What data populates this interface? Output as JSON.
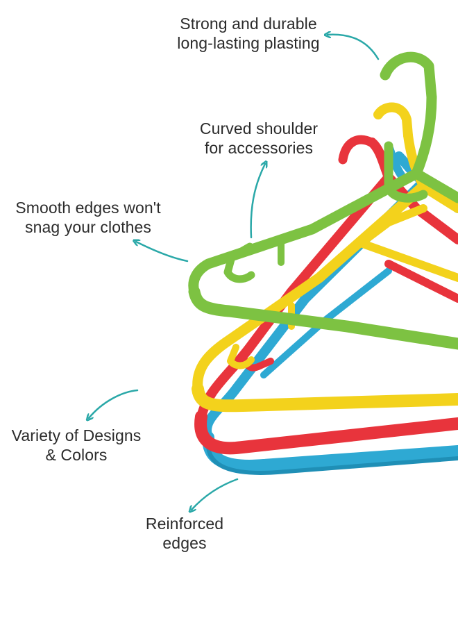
{
  "callouts": {
    "durable": {
      "line1": "Strong and durable",
      "line2": "long-lasting plasting"
    },
    "shoulder": {
      "line1": "Curved shoulder",
      "line2": "for accessories"
    },
    "edges": {
      "line1": "Smooth edges won't",
      "line2": "snag your clothes"
    },
    "variety": {
      "line1": "Variety of Designs",
      "line2": "& Colors"
    },
    "reinforced": {
      "line1": "Reinforced",
      "line2": "edges"
    }
  },
  "colors": {
    "arrow": "#2aa8a8",
    "hanger_green": "#7dc242",
    "hanger_yellow": "#f3d21c",
    "hanger_red": "#e8343c",
    "hanger_blue": "#2ea9d3",
    "text": "#2b2b2b"
  }
}
